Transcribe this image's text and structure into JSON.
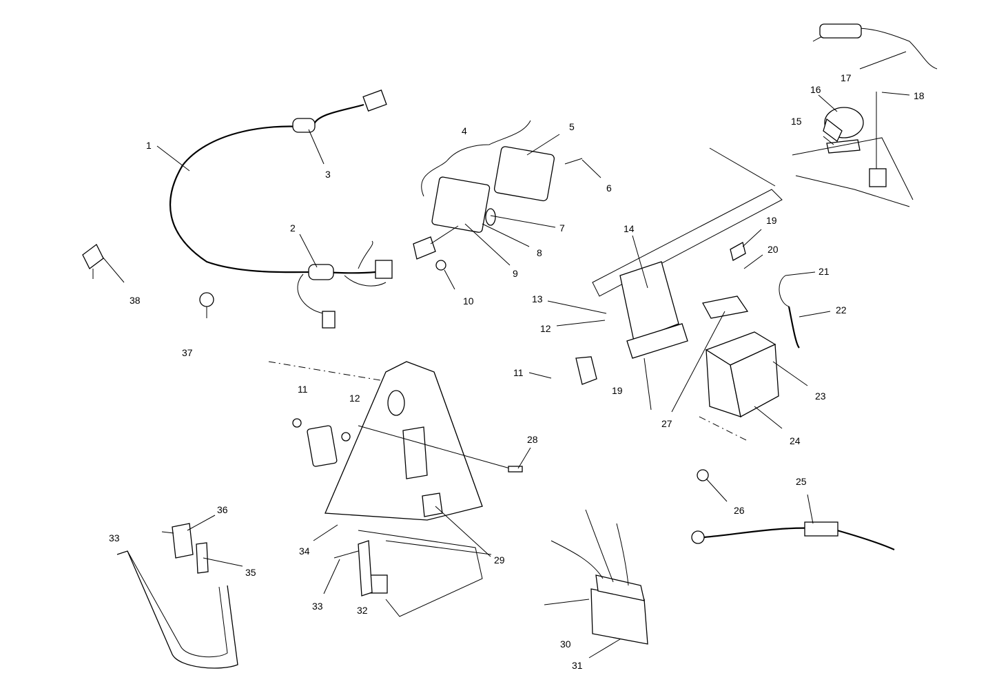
{
  "callouts": [
    {
      "label": "1"
    },
    {
      "label": "2"
    },
    {
      "label": "3"
    },
    {
      "label": "4"
    },
    {
      "label": "5"
    },
    {
      "label": "6"
    },
    {
      "label": "7"
    },
    {
      "label": "8"
    },
    {
      "label": "9"
    },
    {
      "label": "10"
    },
    {
      "label": "11"
    },
    {
      "label": "11"
    },
    {
      "label": "12"
    },
    {
      "label": "12"
    },
    {
      "label": "13"
    },
    {
      "label": "14"
    },
    {
      "label": "15"
    },
    {
      "label": "16"
    },
    {
      "label": "17"
    },
    {
      "label": "18"
    },
    {
      "label": "19"
    },
    {
      "label": "19"
    },
    {
      "label": "20"
    },
    {
      "label": "21"
    },
    {
      "label": "22"
    },
    {
      "label": "23"
    },
    {
      "label": "24"
    },
    {
      "label": "25"
    },
    {
      "label": "26"
    },
    {
      "label": "27"
    },
    {
      "label": "28"
    },
    {
      "label": "29"
    },
    {
      "label": "30"
    },
    {
      "label": "31"
    },
    {
      "label": "32"
    },
    {
      "label": "33"
    },
    {
      "label": "33"
    },
    {
      "label": "34"
    },
    {
      "label": "35"
    },
    {
      "label": "36"
    },
    {
      "label": "37"
    },
    {
      "label": "38"
    }
  ]
}
